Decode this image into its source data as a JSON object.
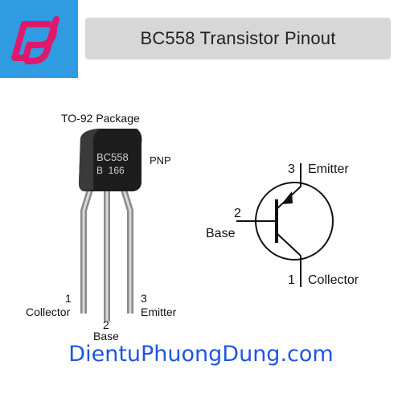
{
  "logo": {
    "icon": "pj-logo-icon",
    "bg_color": "#2f9be0",
    "accent_color": "#e0186c"
  },
  "title": "BC558 Transistor Pinout",
  "package": {
    "name": "TO-92 Package",
    "type": "PNP",
    "marking_line1": "BC558",
    "marking_line2": "B  166"
  },
  "pins": {
    "collector": {
      "number": "1",
      "name": "Collector"
    },
    "base": {
      "number": "2",
      "name": "Base"
    },
    "emitter": {
      "number": "3",
      "name": "Emitter"
    }
  },
  "footer": "DientuPhuongDung.com",
  "colors": {
    "footer": "#1f55e0",
    "title_bar": "#d7d7d7"
  }
}
